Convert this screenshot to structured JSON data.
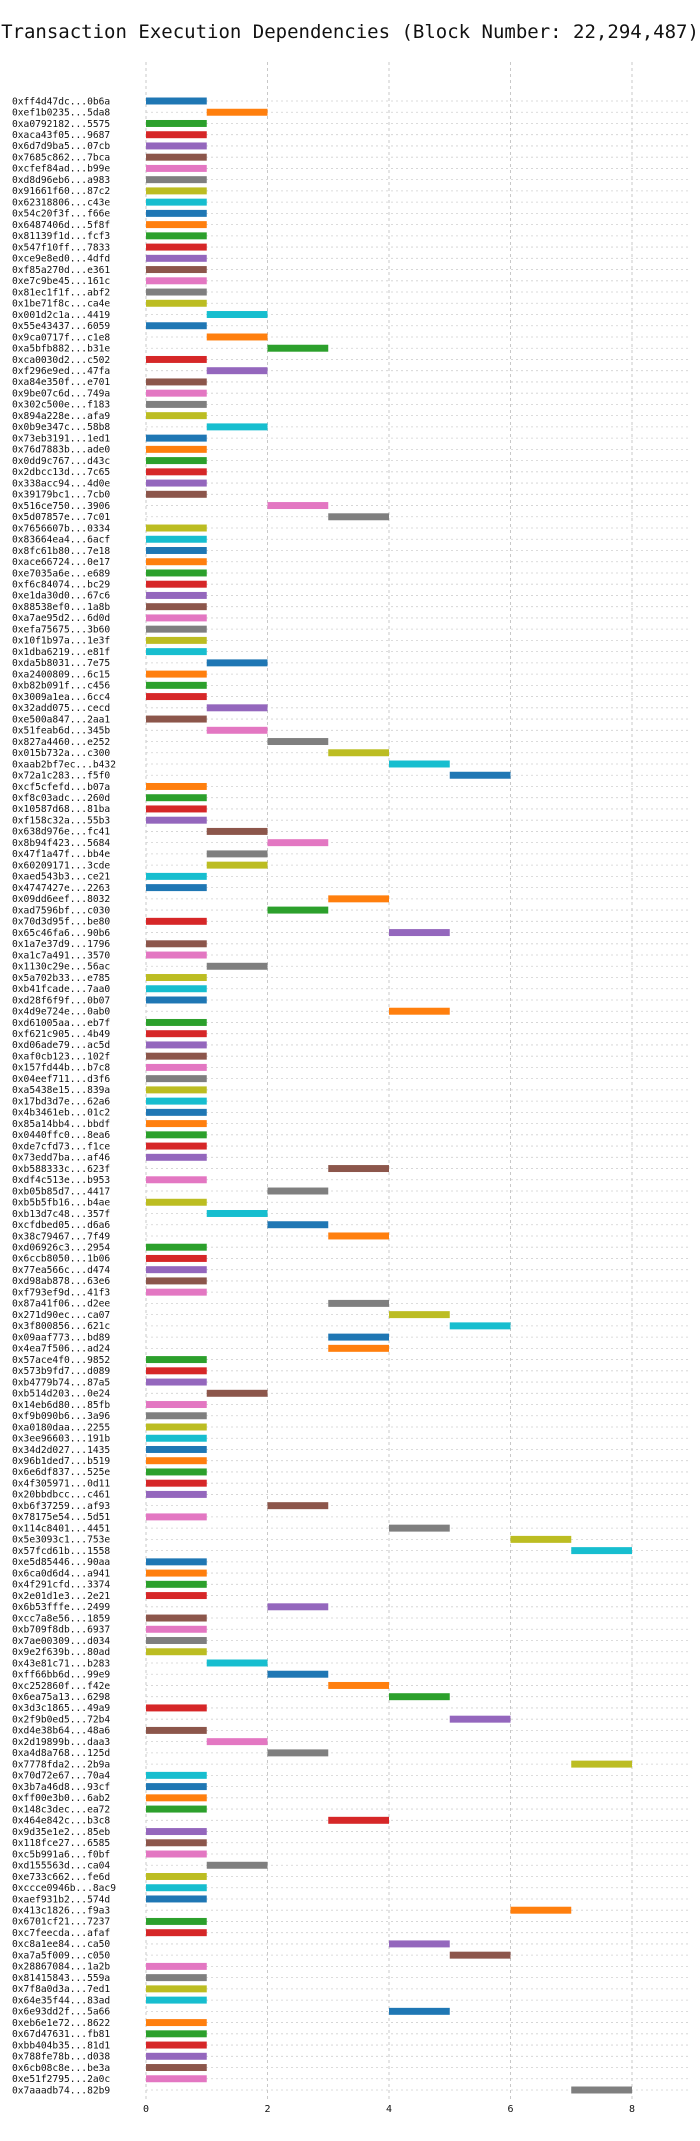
{
  "chart_data": {
    "type": "bar",
    "orientation": "horizontal",
    "title": "Transaction Execution Dependencies (Block Number: 22,294,487)",
    "xlabel": "",
    "ylabel": "",
    "xlim": [
      0,
      8.5
    ],
    "xticks": [
      "0",
      "2",
      "4",
      "6",
      "8"
    ],
    "grid": true,
    "legend": "none",
    "color_cycle": [
      "#1f77b4",
      "#ff7f0e",
      "#2ca02c",
      "#d62728",
      "#9467bd",
      "#8c564b",
      "#e377c2",
      "#7f7f7f",
      "#bcbd22",
      "#17becf"
    ],
    "categories": [
      "0xff4d47dc...0b6a",
      "0xef1b0235...5da8",
      "0xa0792182...5575",
      "0xaca43f05...9687",
      "0x6d7d9ba5...07cb",
      "0x7685c862...7bca",
      "0xcfef84ad...b99e",
      "0xd8d96eb6...a983",
      "0x91661f60...87c2",
      "0x62318806...c43e",
      "0x54c20f3f...f66e",
      "0x6487406d...5f8f",
      "0x81139f1d...fcf3",
      "0x547f10ff...7833",
      "0xce9e8ed0...4dfd",
      "0xf85a270d...e361",
      "0xe7c9be45...161c",
      "0x81ec1f1f...abf2",
      "0x1be71f8c...ca4e",
      "0x001d2c1a...4419",
      "0x55e43437...6059",
      "0x9ca0717f...c1e8",
      "0xa5bfb882...b31e",
      "0xca0030d2...c502",
      "0xf296e9ed...47fa",
      "0xa84e350f...e701",
      "0x9be07c6d...749a",
      "0x302c500e...f183",
      "0x894a228e...afa9",
      "0x0b9e347c...58b8",
      "0x73eb3191...1ed1",
      "0x76d7883b...ade0",
      "0x0dd9c767...d43c",
      "0x2dbcc13d...7c65",
      "0x338acc94...4d0e",
      "0x39179bc1...7cb0",
      "0x516ce750...3906",
      "0x5d07857e...7c01",
      "0x7656607b...0334",
      "0x83664ea4...6acf",
      "0x8fc61b80...7e18",
      "0xace66724...0e17",
      "0xe7035a6e...e689",
      "0xf6c84074...bc29",
      "0xe1da30d0...67c6",
      "0x88538ef0...1a8b",
      "0xa7ae95d2...6d0d",
      "0xefa75675...3b60",
      "0x10f1b97a...1e3f",
      "0x1dba6219...e81f",
      "0xda5b8031...7e75",
      "0xa2400809...6c15",
      "0xb82b091f...c456",
      "0x3009a1ea...6cc4",
      "0x32add075...cecd",
      "0xe500a847...2aa1",
      "0x51feab6d...345b",
      "0x827a4460...e252",
      "0x015b732a...c300",
      "0xaab2bf7ec...b432",
      "0x72a1c283...f5f0",
      "0xcf5cfefd...b07a",
      "0xf8c03adc...260d",
      "0x10587d68...81ba",
      "0xf158c32a...55b3",
      "0x638d976e...fc41",
      "0x8b94f423...5684",
      "0x47f1a47f...bb4e",
      "0x60209171...3cde",
      "0xaed543b3...ce21",
      "0x4747427e...2263",
      "0x09dd6eef...8032",
      "0xad7596bf...c030",
      "0x70d3d95f...be80",
      "0x65c46fa6...90b6",
      "0x1a7e37d9...1796",
      "0xa1c7a491...3570",
      "0x1130c29e...56ac",
      "0x5a702b33...e785",
      "0xb41fcade...7aa0",
      "0xd28f6f9f...0b07",
      "0x4d9e724e...0ab0",
      "0xd61005aa...eb7f",
      "0xf621c905...4b49",
      "0xd06ade79...ac5d",
      "0xaf0cb123...102f",
      "0x157fd44b...b7c8",
      "0x04eef711...d3f6",
      "0xa5438e15...839a",
      "0x17bd3d7e...62a6",
      "0x4b3461eb...01c2",
      "0x85a14bb4...bbdf",
      "0x0440ffc0...8ea6",
      "0xde7cfd73...f1ce",
      "0x73edd7ba...af46",
      "0xb588333c...623f",
      "0xdf4c513e...b953",
      "0xb05b85d7...4417",
      "0xb5b5fb16...b4ae",
      "0xb13d7c48...357f",
      "0xcfdbed05...d6a6",
      "0x38c79467...7f49",
      "0xd06926c3...2954",
      "0x6ccb8050...1b06",
      "0x77ea566c...d474",
      "0xd98ab878...63e6",
      "0xf793ef9d...41f3",
      "0x87a41f06...d2ee",
      "0x271d90ec...ca07",
      "0x3f800856...621c",
      "0x09aaf773...bd89",
      "0x4ea7f506...ad24",
      "0x57ace4f0...9852",
      "0x573b9fd7...d089",
      "0xb4779b74...87a5",
      "0xb514d203...0e24",
      "0x14eb6d80...85fb",
      "0xf9b090b6...3a96",
      "0xa0180daa...2255",
      "0x3ee96603...191b",
      "0x34d2d027...1435",
      "0x96b1ded7...b519",
      "0x6e6df837...525e",
      "0x4f305971...0d11",
      "0x20bbdbcc...c461",
      "0xb6f37259...af93",
      "0x78175e54...5d51",
      "0x114c8401...4451",
      "0x5e3093c1...753e",
      "0x57fcd61b...1558",
      "0xe5d85446...90aa",
      "0x6ca0d6d4...a941",
      "0x4f291cfd...3374",
      "0x2e01d1e3...2e21",
      "0x6b53fffe...2499",
      "0xcc7a8e56...1859",
      "0xb709f8db...6937",
      "0x7ae00309...d034",
      "0x9e2f639b...80ad",
      "0x43e81c71...b283",
      "0xff66bb6d...99e9",
      "0xc252860f...f42e",
      "0x6ea75a13...6298",
      "0x3d3c1865...49a9",
      "0x2f9b0ed5...72b4",
      "0xd4e38b64...48a6",
      "0x2d19899b...daa3",
      "0xa4d8a768...125d",
      "0x7778fda2...2b9a",
      "0x70d72e67...70a4",
      "0x3b7a46d8...93cf",
      "0xff00e3b0...6ab2",
      "0x148c3dec...ea72",
      "0x464e842c...b3c8",
      "0x9d35e1e2...85eb",
      "0x118fce27...6585",
      "0xc5b991a6...f0bf",
      "0xd155563d...ca04",
      "0xe733c662...fe6d",
      "0xccce0946b...8ac9",
      "0xaef931b2...574d",
      "0x413c1826...f9a3",
      "0x6701cf21...7237",
      "0xc7feecda...afaf",
      "0xc8a1ee84...ca50",
      "0xa7a5f009...c050",
      "0x28867084...1a2b",
      "0x81415843...559a",
      "0x7f8a0d3a...7ed1",
      "0x64e35f44...83ad",
      "0x6e93dd2f...5a66",
      "0xeb6e1e72...8622",
      "0x67d47631...fb81",
      "0xbb404b35...81d1",
      "0x788fe78b...d038",
      "0x6cb08c8e...be3a",
      "0xe51f2795...2a0c",
      "0x7aaadb74...82b9"
    ],
    "start": [
      0,
      1,
      0,
      0,
      0,
      0,
      0,
      0,
      0,
      0,
      0,
      0,
      0,
      0,
      0,
      0,
      0,
      0,
      0,
      1,
      0,
      1,
      2,
      0,
      1,
      0,
      0,
      0,
      0,
      1,
      0,
      0,
      0,
      0,
      0,
      0,
      2,
      3,
      0,
      0,
      0,
      0,
      0,
      0,
      0,
      0,
      0,
      0,
      0,
      0,
      1,
      0,
      0,
      0,
      1,
      0,
      1,
      2,
      3,
      4,
      5,
      0,
      0,
      0,
      0,
      1,
      2,
      1,
      1,
      0,
      0,
      3,
      2,
      0,
      4,
      0,
      0,
      1,
      0,
      0,
      0,
      4,
      0,
      0,
      0,
      0,
      0,
      0,
      0,
      0,
      0,
      0,
      0,
      0,
      0,
      3,
      0,
      2,
      0,
      1,
      2,
      3,
      0,
      0,
      0,
      0,
      0,
      3,
      4,
      5,
      3,
      3,
      0,
      0,
      0,
      1,
      0,
      0,
      0,
      0,
      0,
      0,
      0,
      0,
      0,
      2,
      0,
      4,
      6,
      7,
      0,
      0,
      0,
      0,
      2,
      0,
      0,
      0,
      0,
      1,
      2,
      3,
      4,
      0,
      5,
      0,
      1,
      2,
      7,
      0,
      0,
      0,
      0,
      3,
      0,
      0,
      0,
      1,
      0,
      0,
      0,
      6,
      0,
      0,
      4,
      5,
      0,
      0,
      0,
      0,
      4,
      0,
      0,
      0,
      0,
      0,
      0,
      7
    ],
    "duration": 1
  }
}
